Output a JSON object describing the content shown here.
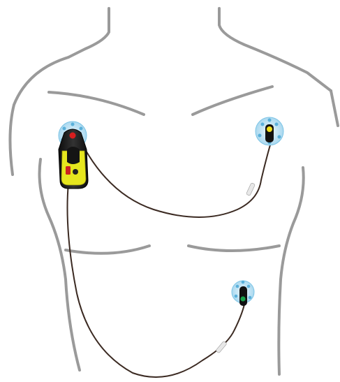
{
  "diagram": {
    "subject": "torso-outline-with-ecg-electrodes",
    "electrodes": [
      {
        "id": "right-upper",
        "snap_color": "#d81e1e",
        "pad_color": "#7cc4e6"
      },
      {
        "id": "left-upper",
        "snap_color": "#f2df1c",
        "pad_color": "#7cc4e6"
      },
      {
        "id": "left-lower",
        "snap_color": "#17a24a",
        "pad_color": "#7cc4e6"
      }
    ],
    "device": {
      "body_color": "#1a1a1a",
      "accent_color": "#e6e61e"
    },
    "colors": {
      "outline": "#9a9a9a",
      "cable": "#3b2a22",
      "cable_sleeve": "#e8e8e8"
    }
  }
}
